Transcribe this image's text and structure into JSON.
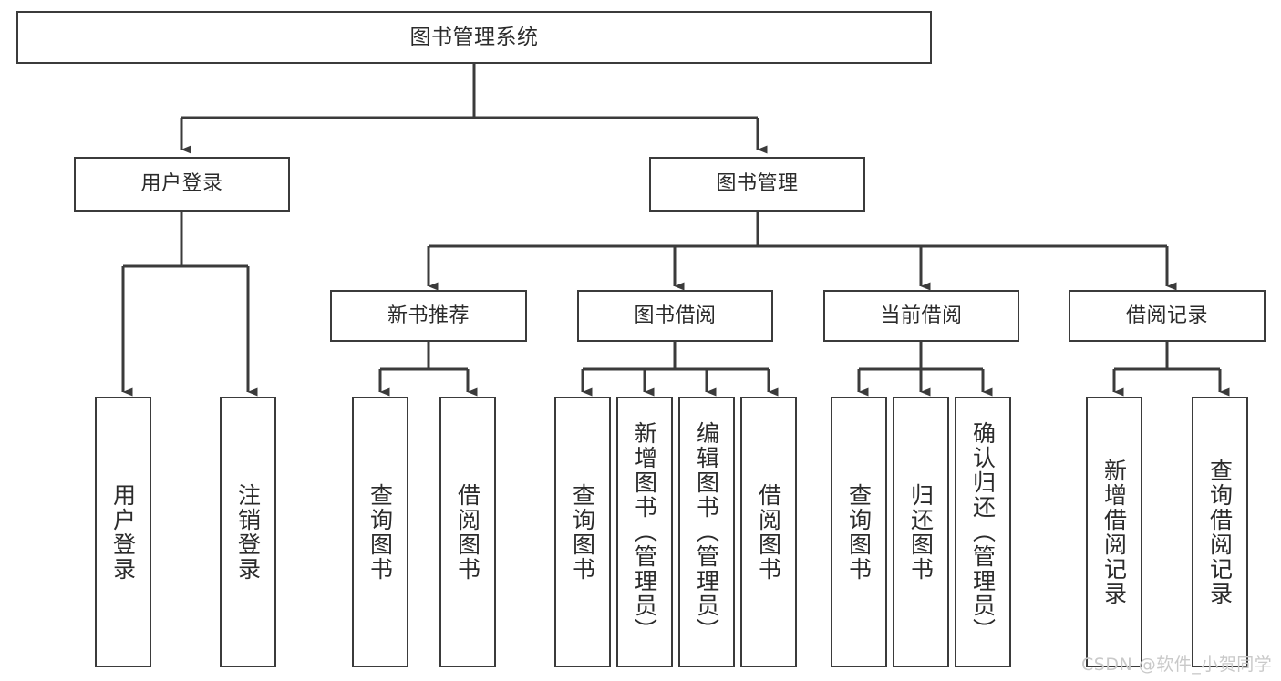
{
  "diagram": {
    "title": "图书管理系统",
    "type": "tree",
    "stroke_color": "#3b3b3b",
    "text_color": "#2b2b2b",
    "background_color": "#ffffff",
    "watermark": "CSDN @软件_小贺同学"
  },
  "nodes": {
    "root": {
      "label": "图书管理系统"
    },
    "level1": [
      {
        "label": "用户登录"
      },
      {
        "label": "图书管理"
      }
    ],
    "level2": [
      {
        "label": "新书推荐"
      },
      {
        "label": "图书借阅"
      },
      {
        "label": "当前借阅"
      },
      {
        "label": "借阅记录"
      }
    ],
    "leaves": {
      "user_login": [
        {
          "label": "用户登录"
        },
        {
          "label": "注销登录"
        }
      ],
      "new_book_recommend": [
        {
          "label": "查询图书"
        },
        {
          "label": "借阅图书"
        }
      ],
      "book_borrow": [
        {
          "label": "查询图书"
        },
        {
          "label": "新增图书（管理员）"
        },
        {
          "label": "编辑图书（管理员）"
        },
        {
          "label": "借阅图书"
        }
      ],
      "current_borrow": [
        {
          "label": "查询图书"
        },
        {
          "label": "归还图书"
        },
        {
          "label": "确认归还（管理员）"
        }
      ],
      "borrow_record": [
        {
          "label": "新增借阅记录"
        },
        {
          "label": "查询借阅记录"
        }
      ]
    }
  }
}
